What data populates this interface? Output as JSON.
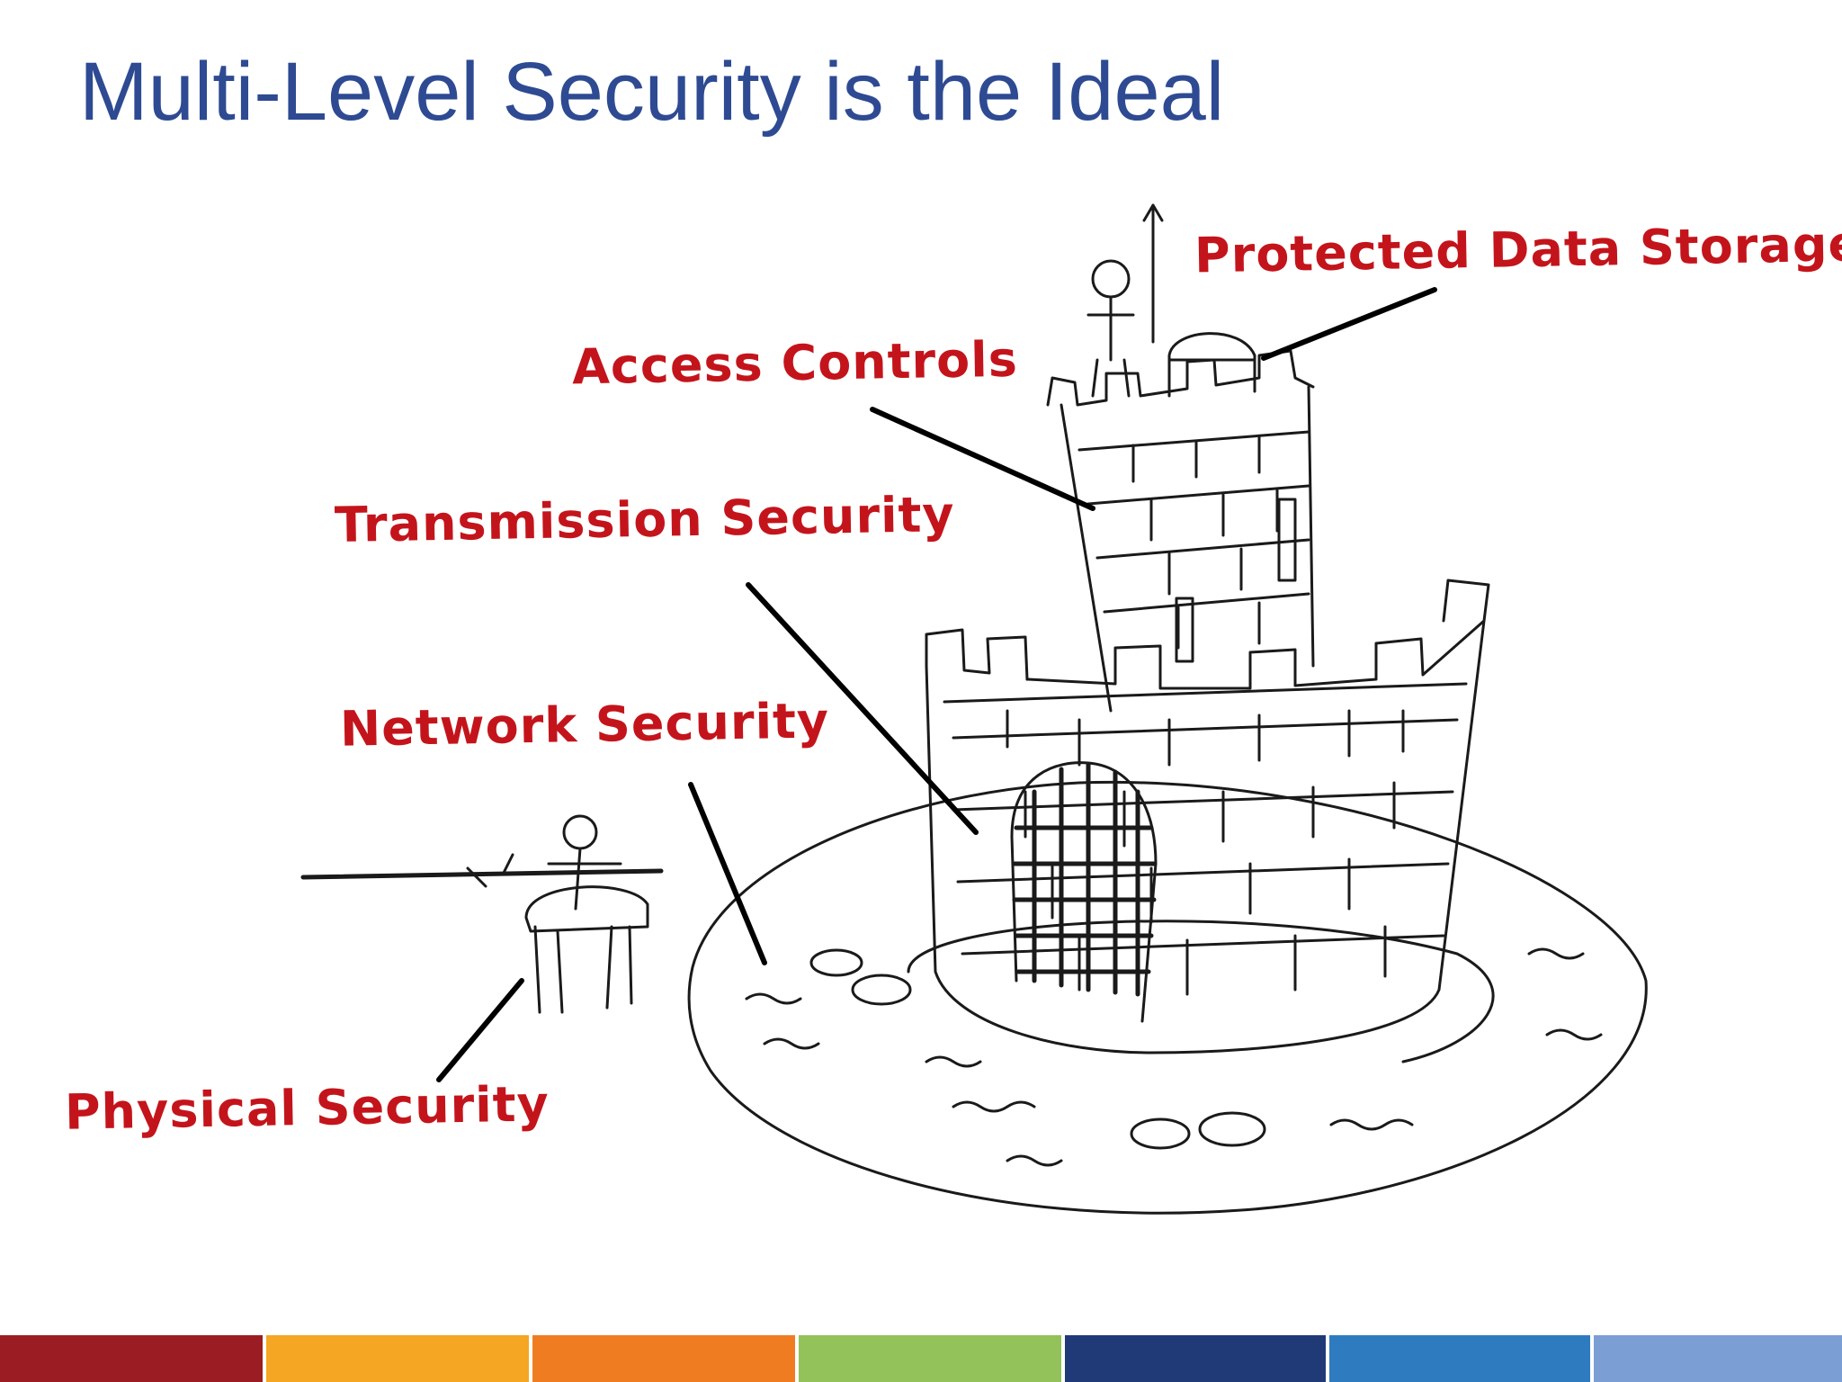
{
  "slide": {
    "title": "Multi-Level Security is the Ideal"
  },
  "labels": {
    "protected_data_storage": "Protected Data Storage",
    "access_controls": "Access Controls",
    "transmission_security": "Transmission Security",
    "network_security": "Network Security",
    "physical_security": "Physical Security"
  },
  "colors": {
    "title": "#2e4a92",
    "label": "#c4141b",
    "footer_bars": [
      "#9c1c24",
      "#f5a623",
      "#f07c22",
      "#93c25a",
      "#1f3a77",
      "#2f7bc0",
      "#7b9fd4"
    ]
  }
}
